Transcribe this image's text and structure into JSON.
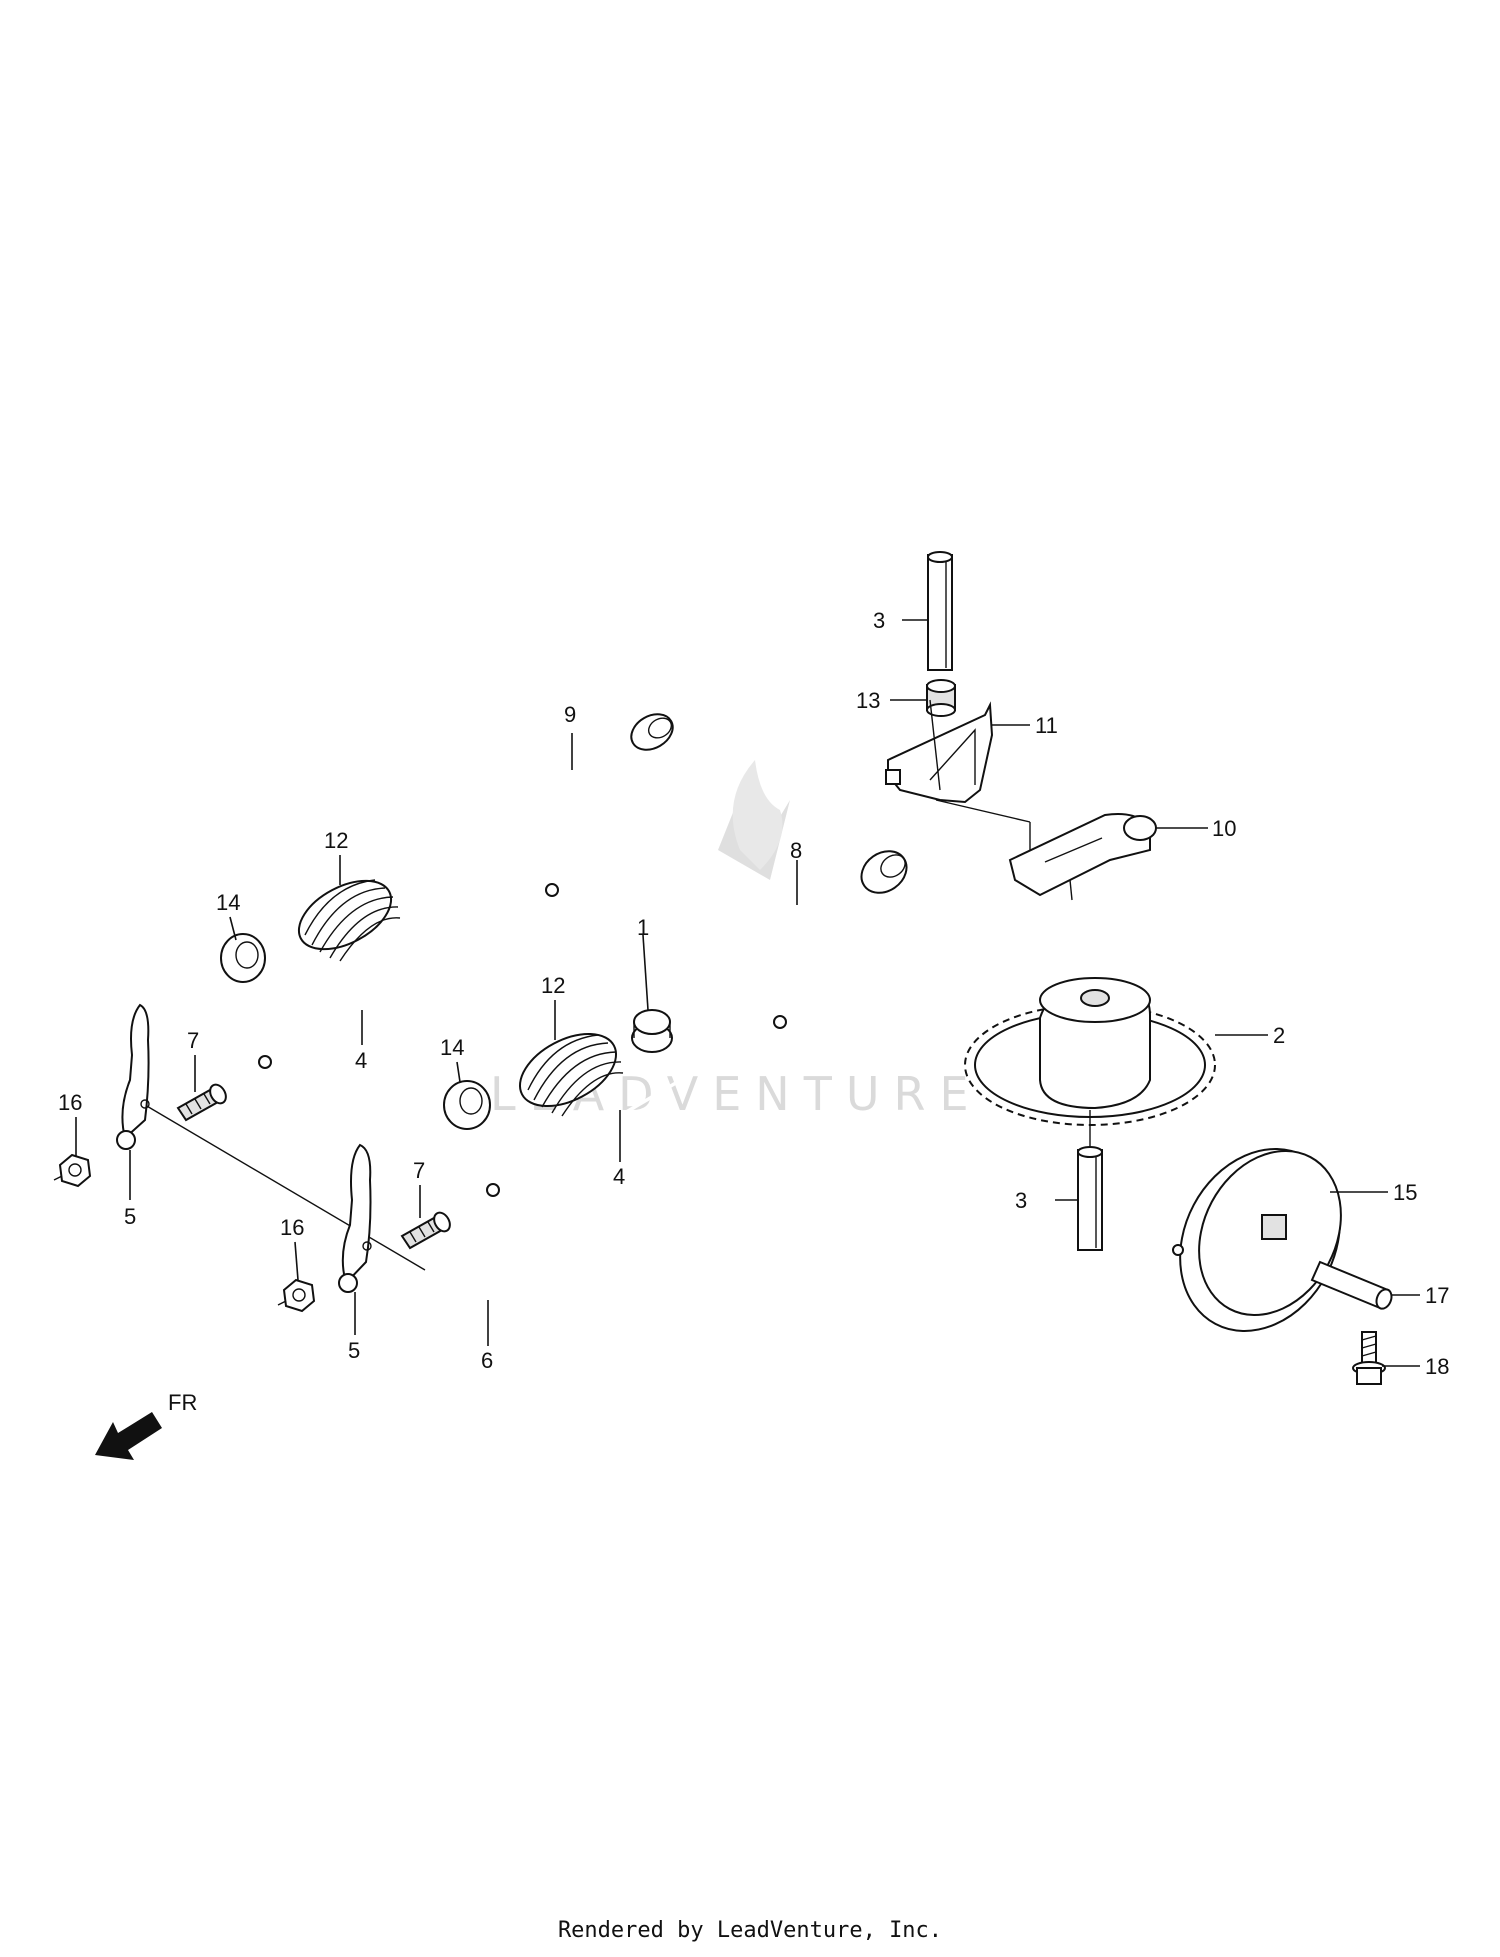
{
  "diagram": {
    "labels": {
      "p1": "1",
      "p2": "2",
      "p3a": "3",
      "p3b": "3",
      "p4a": "4",
      "p4b": "4",
      "p5a": "5",
      "p5b": "5",
      "p6": "6",
      "p7a": "7",
      "p7b": "7",
      "p8": "8",
      "p9": "9",
      "p10": "10",
      "p11": "11",
      "p12a": "12",
      "p12b": "12",
      "p13": "13",
      "p14a": "14",
      "p14b": "14",
      "p15": "15",
      "p16a": "16",
      "p16b": "16",
      "p17": "17",
      "p18": "18"
    },
    "direction_label": "FR",
    "watermark_text": "LEADVENTURE",
    "footer": "Rendered by LeadVenture, Inc."
  }
}
